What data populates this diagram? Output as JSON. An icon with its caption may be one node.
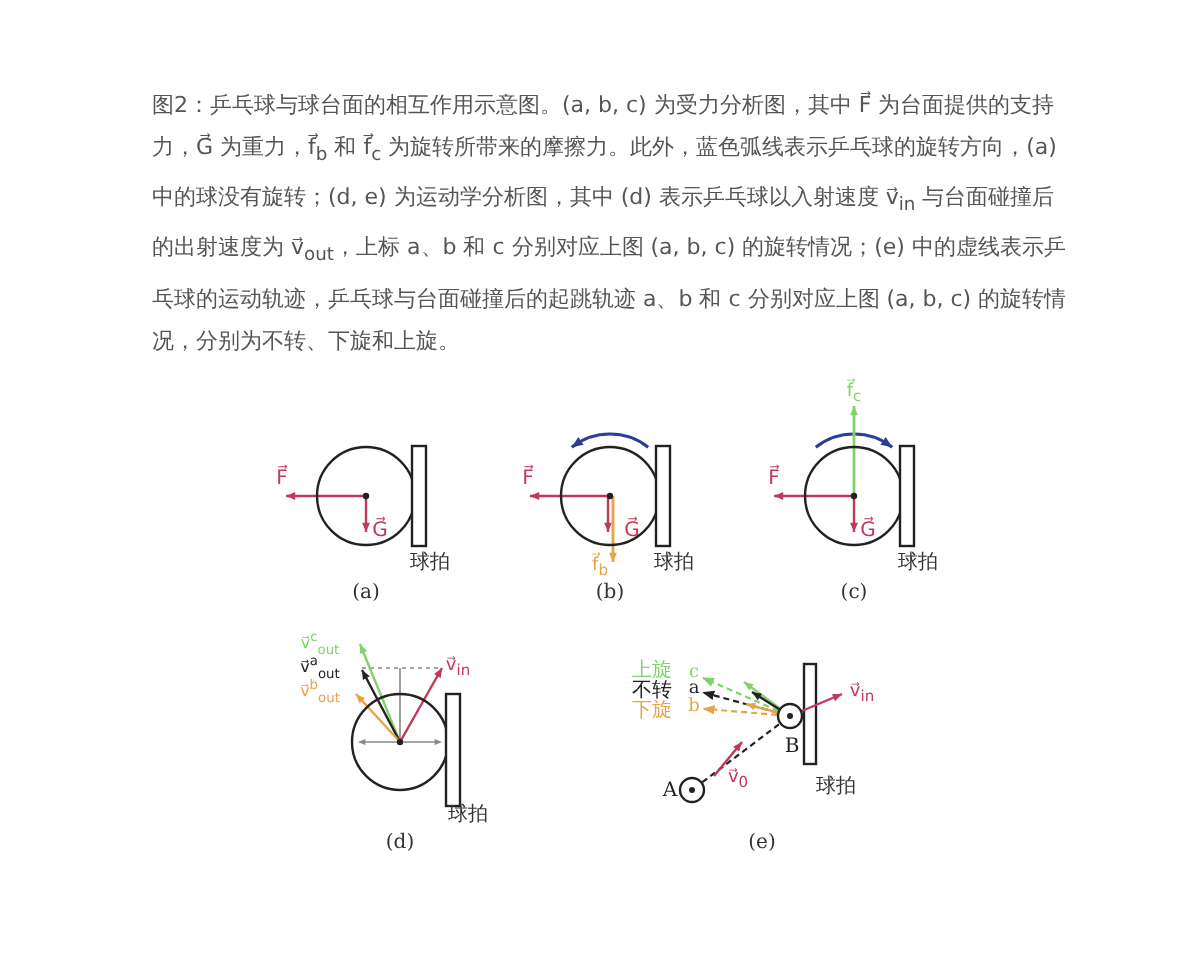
{
  "diagram": {
    "caption": "图2：乒乓球与球台面的相互作用示意图。(a, b, c) 为受力分析图，其中 F⃗ 为台面提供的支持力，G⃗ 为重力，f⃗$_{b}$ 和 f⃗$_{c}$ 为旋转所带来的摩擦力。此外，蓝色弧线表示乒乓球的旋转方向，(a) 中的球没有旋转；(d, e) 为运动学分析图，其中 (d) 表示乒乓球以入射速度 v⃗$_{in}$ 与台面碰撞后的出射速度为 v⃗$_{out}$，上标 a、b 和 c 分别对应上图 (a, b, c) 的旋转情况；(e) 中的虚线表示乒乓球的运动轨迹，乒乓球与台面碰撞后的起跳轨迹 a、b 和 c 分别对应上图 (a, b, c) 的旋转情况，分别为不转、下旋和上旋。",
    "nodes": [
      {
        "text": [
          "c"
        ],
        "beside": [
          "上旋"
        ]
      },
      {
        "text": [
          "a"
        ],
        "beside": [
          "不转"
        ]
      },
      {
        "text": [
          "b"
        ],
        "beside": [
          "下旋"
        ]
      },
      {
        "text": [],
        "shape": "circle",
        "beside": [
          "B"
        ]
      },
      {
        "text": [],
        "shape": "circle",
        "beside": [
          "A"
        ]
      }
    ],
    "edges": [
      {
        "from": 4,
        "to": 3,
        "arrow": "none",
        "style": "dashed"
      },
      {
        "from": 3,
        "to": 0,
        "arrow": "to",
        "style": "dashed",
        "color": "#7fd36a"
      },
      {
        "from": 3,
        "to": 1,
        "arrow": "to",
        "style": "dashed"
      },
      {
        "from": 3,
        "to": 2,
        "arrow": "to",
        "style": "dashed",
        "color": "#e8a44a"
      }
    ],
    "labels": [
      "F⃗",
      "G⃗",
      "球拍",
      "(a)",
      "F⃗",
      "G⃗",
      "f⃗$_{b}$",
      "球拍",
      "(b)",
      "f⃗$_{c}$",
      "F⃗",
      "G⃗",
      "球拍",
      "(c)",
      "v⃗$^{c}$$_{out}$",
      "v⃗$^{a}$$_{out}$",
      "v⃗$^{b}$$_{out}$",
      "v⃗$_{in}$",
      "球拍",
      "(d)",
      "v⃗$_{in}$",
      "v⃗$_{0}$",
      "球拍",
      "(e)"
    ]
  }
}
